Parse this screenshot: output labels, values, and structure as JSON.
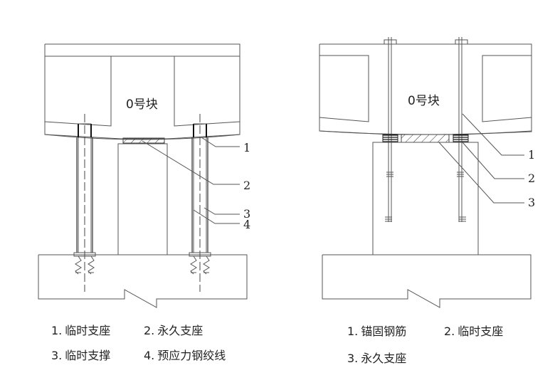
{
  "left_diagram": {
    "block_label": "0号块",
    "callouts": [
      "1",
      "2",
      "3",
      "4"
    ],
    "legend": [
      {
        "num": "1.",
        "text": "临时支座"
      },
      {
        "num": "2.",
        "text": "永久支座"
      },
      {
        "num": "3.",
        "text": "临时支撑"
      },
      {
        "num": "4.",
        "text": "预应力钢绞线"
      }
    ]
  },
  "right_diagram": {
    "block_label": "0号块",
    "callouts": [
      "1",
      "2",
      "3"
    ],
    "legend": [
      {
        "num": "1.",
        "text": "锚固钢筋"
      },
      {
        "num": "2.",
        "text": "临时支座"
      },
      {
        "num": "3.",
        "text": "永久支座"
      }
    ]
  }
}
